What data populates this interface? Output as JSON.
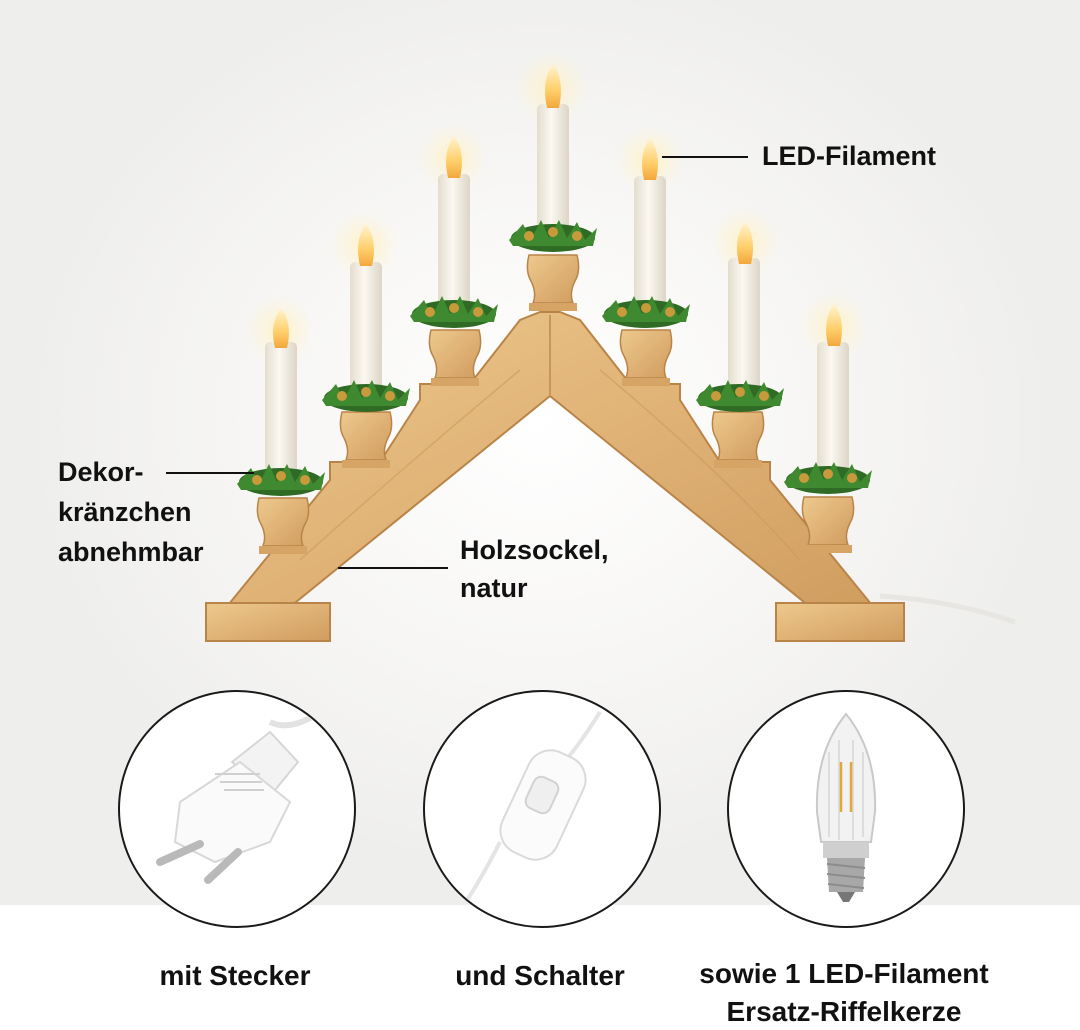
{
  "labels": {
    "led_filament": "LED-Filament",
    "dekor_line1": "Dekor-",
    "dekor_line2": "kränzchen",
    "dekor_line3": "abnehmbar",
    "holz_line1": "Holzsockel,",
    "holz_line2": "natur"
  },
  "captions": {
    "plug": "mit Stecker",
    "switch": "und Schalter",
    "bulb_line1": "sowie 1 LED-Filament",
    "bulb_line2": "Ersatz-Riffelkerze"
  },
  "colors": {
    "wood": "#e2b77a",
    "wood_dark": "#c8955a",
    "candle": "#f4efe4",
    "flame": "#ffd27a",
    "wreath": "#3f7a2c",
    "text": "#111111"
  },
  "icons": [
    "plug-icon",
    "switch-icon",
    "bulb-icon"
  ]
}
